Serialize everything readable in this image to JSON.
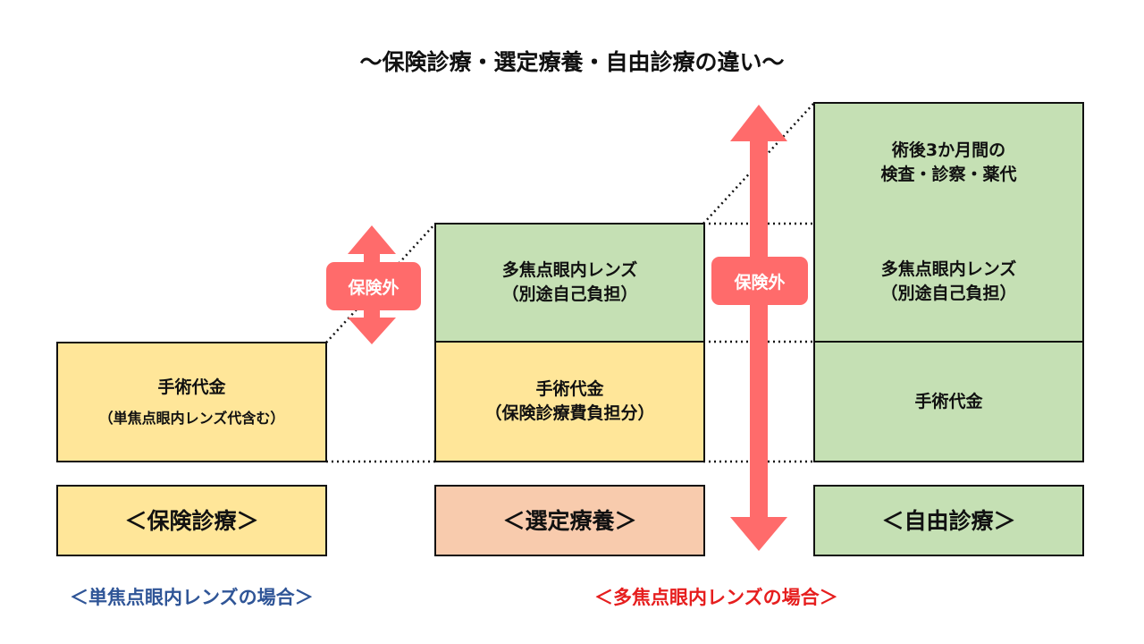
{
  "title": "～保険診療・選定療養・自由診療の違い～",
  "colors": {
    "yellow": "#ffe699",
    "green": "#c5e0b4",
    "peach": "#f8cbad",
    "arrow": "#ff6b6b",
    "caption_single": "#2f5597",
    "caption_multi": "#e61e1e"
  },
  "columns": {
    "insurance": {
      "label": "＜保険診療＞",
      "surgery_line1": "手術代金",
      "surgery_line2": "（単焦点眼内レンズ代含む）"
    },
    "selected": {
      "label": "＜選定療養＞",
      "lens_line1": "多焦点眼内レンズ",
      "lens_line2": "（別途自己負担）",
      "surgery_line1": "手術代金",
      "surgery_line2": "（保険診療費負担分）"
    },
    "free": {
      "label": "＜自由診療＞",
      "post_line1": "術後3か月間の",
      "post_line2": "検査・診察・薬代",
      "lens_line1": "多焦点眼内レンズ",
      "lens_line2": "（別途自己負担）",
      "surgery_line1": "手術代金"
    }
  },
  "arrows": {
    "small_label": "保険外",
    "large_label": "保険外"
  },
  "captions": {
    "single": "＜単焦点眼内レンズの場合＞",
    "multi": "＜多焦点眼内レンズの場合＞"
  }
}
